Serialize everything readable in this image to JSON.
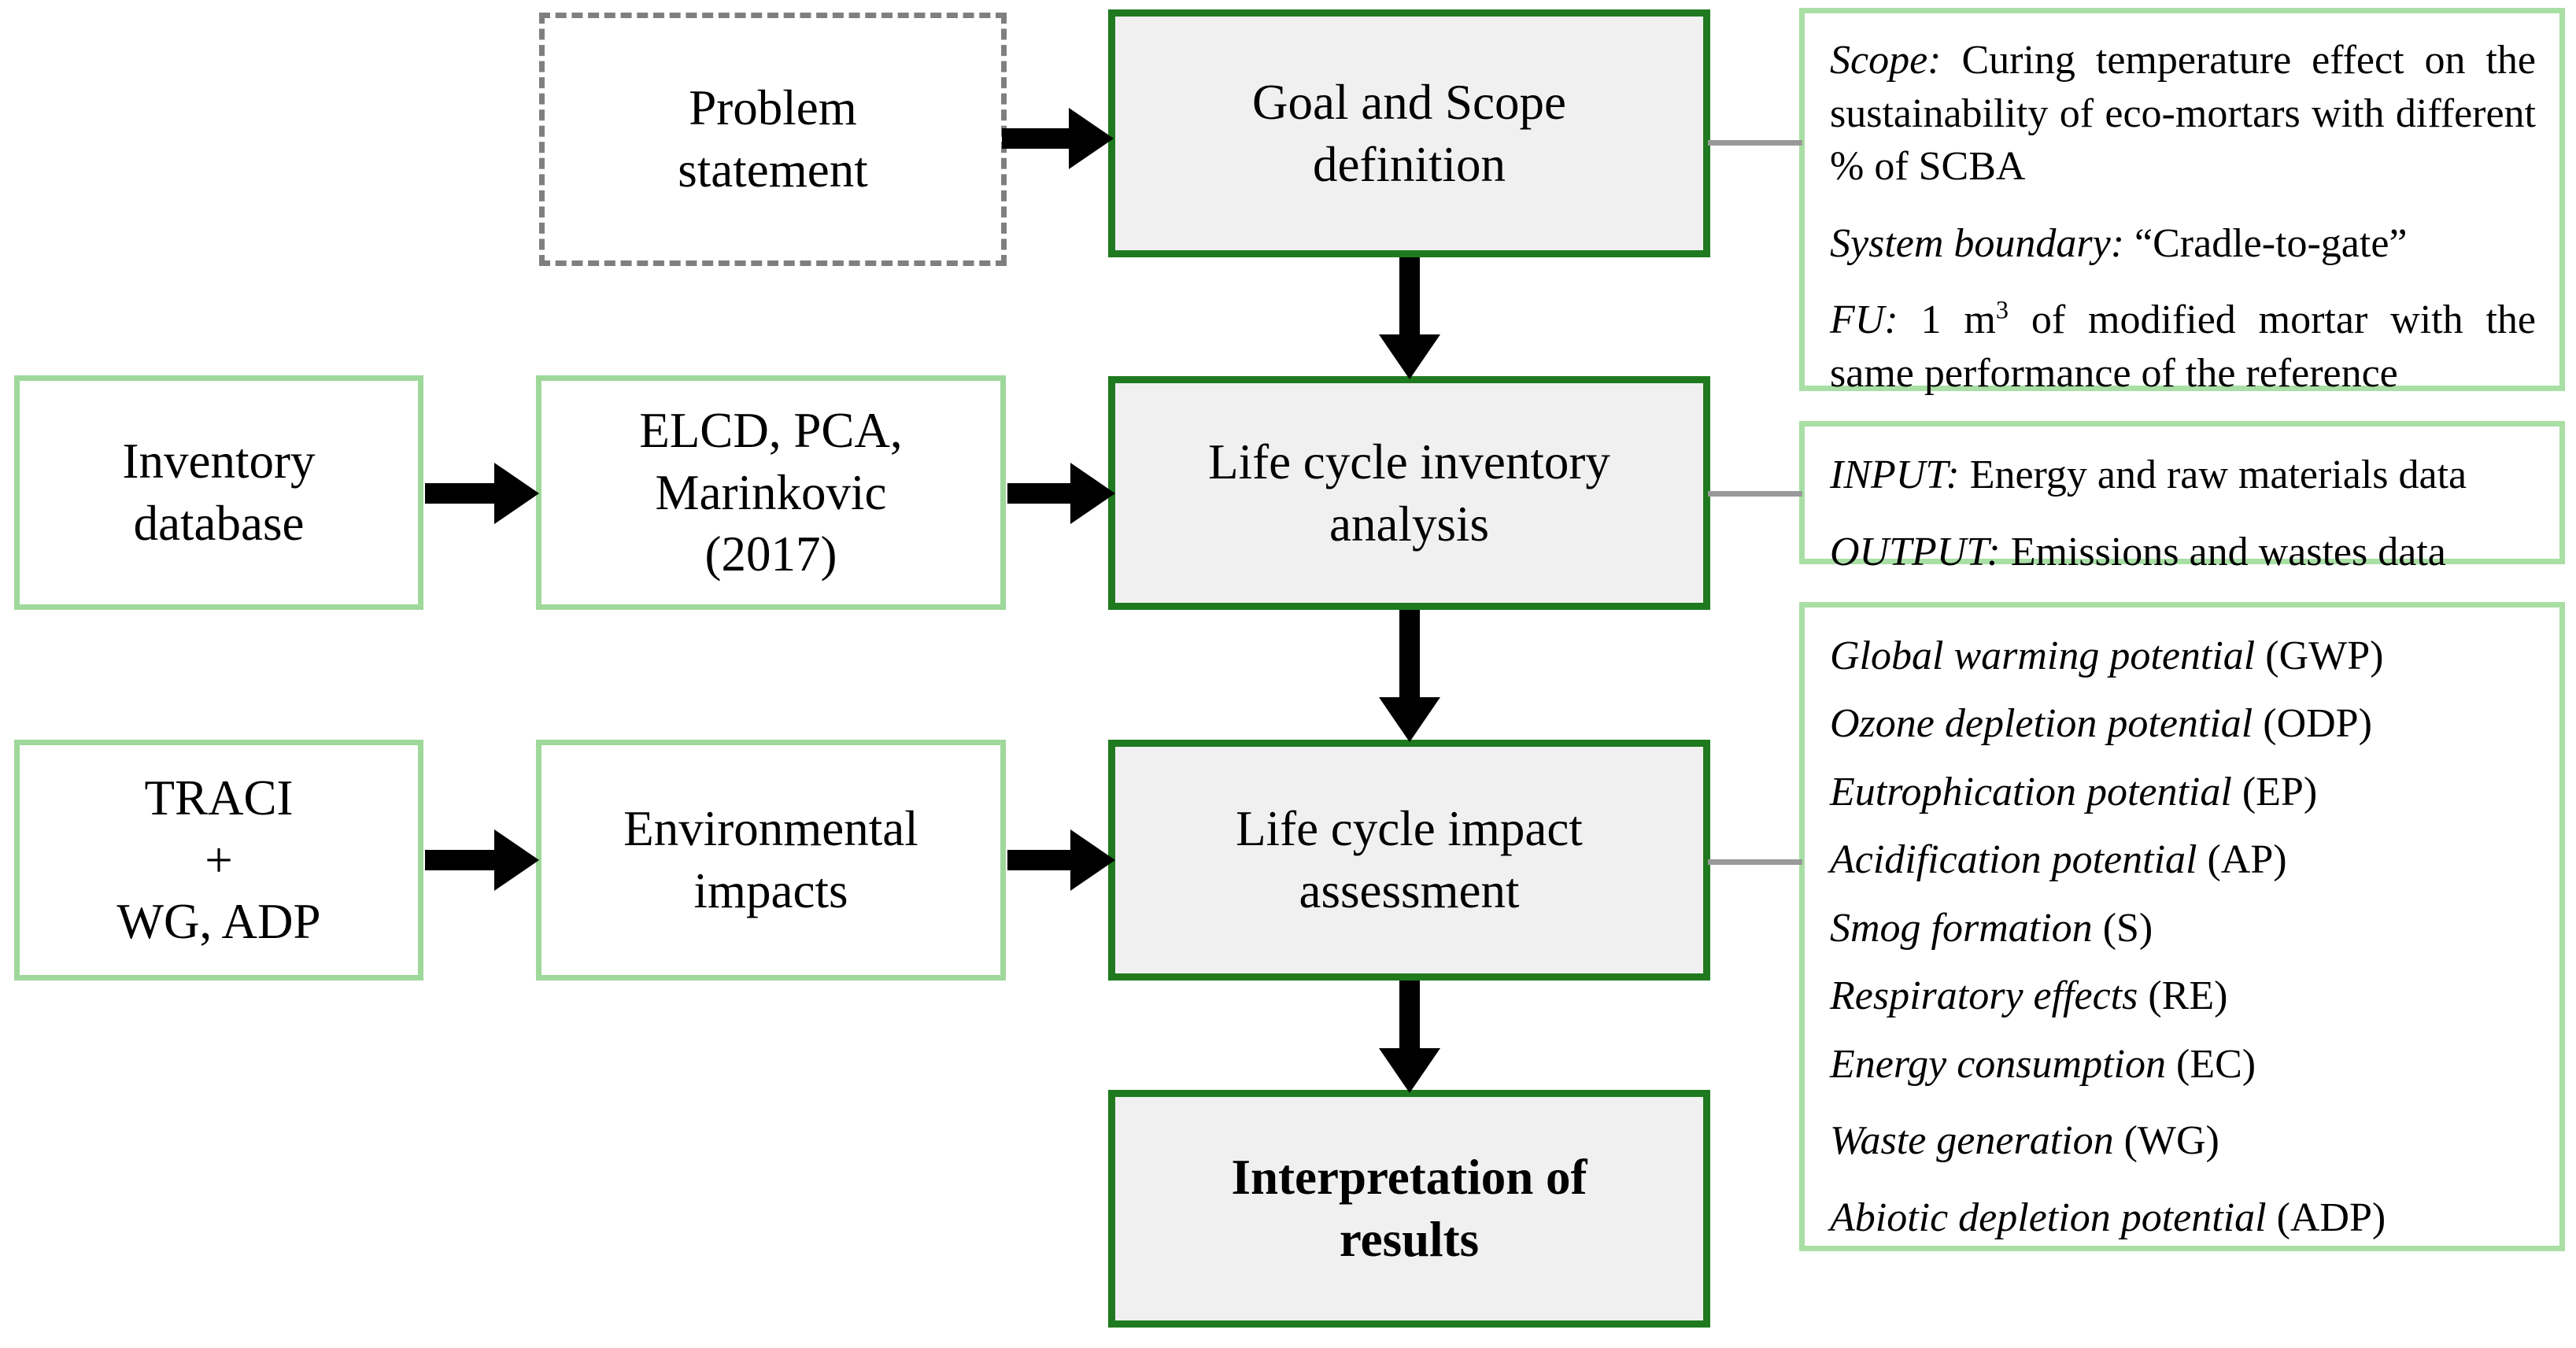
{
  "diagram": {
    "title": "Life cycle assessment (LCA) methodology framework",
    "colors": {
      "stage_border": "#1f7a1f",
      "stage_fill": "#f0f0f0",
      "source_border": "#9ed89a",
      "note_border": "#a9dfa5",
      "dashed_border": "#7f7f7f",
      "connector_line": "#999999",
      "arrow": "#000000"
    }
  },
  "nodes": {
    "problem_statement": {
      "label": "Problem\nstatement"
    },
    "inventory_database": {
      "label": "Inventory\ndatabase"
    },
    "databases": {
      "label": "ELCD, PCA,\nMarinkovic\n(2017)"
    },
    "traci": {
      "label": "TRACI\n+\nWG, ADP"
    },
    "environmental_impacts": {
      "label": "Environmental\nimpacts"
    },
    "goal_scope": {
      "label": "Goal and Scope\ndefinition"
    },
    "inventory_analysis": {
      "label": "Life cycle inventory\nanalysis"
    },
    "impact_assessment": {
      "label": "Life cycle impact\nassessment"
    },
    "interpretation": {
      "label": "Interpretation of\nresults"
    }
  },
  "notes": {
    "goal_scope_note": {
      "lines": [
        {
          "key": "Scope:",
          "text": " Curing temperature effect on the sustainability of eco-mortars with different % of SCBA"
        },
        {
          "key": "System boundary:",
          "text": " “Cradle-to-gate”"
        },
        {
          "key": "FU:",
          "text": " 1 m³ of modified mortar with the same performance of the reference"
        }
      ],
      "fu_prefix": " 1 m",
      "fu_exponent": "3",
      "fu_suffix": " of modified mortar with the same performance of the reference"
    },
    "inventory_note": {
      "lines": [
        {
          "key": "INPUT:",
          "text": " Energy and raw materials data"
        },
        {
          "key": "OUTPUT:",
          "text": " Emissions and wastes data"
        }
      ]
    },
    "impact_note": {
      "items": [
        {
          "name": "Global warming potential",
          "abbr": "(GWP)"
        },
        {
          "name": "Ozone depletion potential",
          "abbr": "(ODP)"
        },
        {
          "name": "Eutrophication potential",
          "abbr": "(EP)"
        },
        {
          "name": "Acidification potential",
          "abbr": "(AP)"
        },
        {
          "name": "Smog formation",
          "abbr": "(S)"
        },
        {
          "name": "Respiratory effects",
          "abbr": "(RE)"
        },
        {
          "name": "Energy consumption",
          "abbr": "(EC)"
        },
        {
          "name": "Waste generation",
          "abbr": "(WG)"
        },
        {
          "name": "Abiotic depletion potential",
          "abbr": "(ADP)"
        }
      ]
    }
  }
}
